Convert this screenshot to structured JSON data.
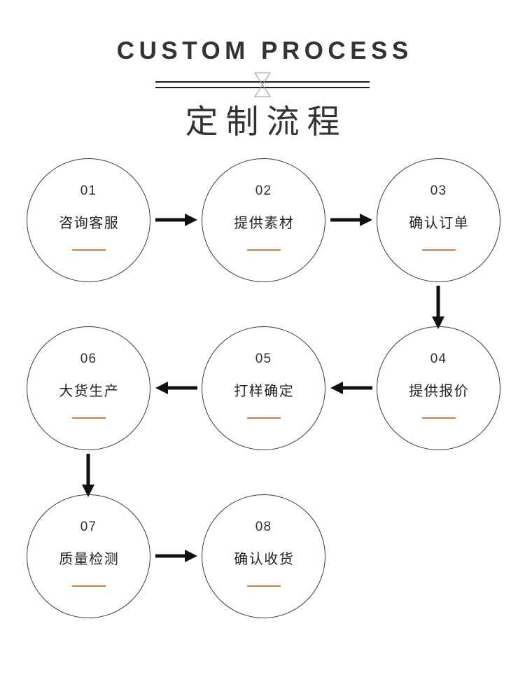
{
  "header": {
    "title_en": "CUSTOM PROCESS",
    "title_cn": "定制流程",
    "divider_icon": "bowtie-ornament"
  },
  "theme": {
    "background": "#ffffff",
    "text": "#333333",
    "circle_stroke": "#3a3a3a",
    "accent": "#c8803c",
    "arrow": "#111111",
    "ornament_stroke": "#9a9a9a"
  },
  "flow": {
    "steps": [
      {
        "num": "01",
        "label": "咨询客服"
      },
      {
        "num": "02",
        "label": "提供素材"
      },
      {
        "num": "03",
        "label": "确认订单"
      },
      {
        "num": "04",
        "label": "提供报价"
      },
      {
        "num": "05",
        "label": "打样确定"
      },
      {
        "num": "06",
        "label": "大货生产"
      },
      {
        "num": "07",
        "label": "质量检测"
      },
      {
        "num": "08",
        "label": "确认收货"
      }
    ],
    "connectors": [
      {
        "from": "01",
        "to": "02",
        "direction": "right"
      },
      {
        "from": "02",
        "to": "03",
        "direction": "right"
      },
      {
        "from": "03",
        "to": "04",
        "direction": "down"
      },
      {
        "from": "05",
        "to": "04",
        "direction": "left"
      },
      {
        "from": "06",
        "to": "05",
        "direction": "left"
      },
      {
        "from": "06",
        "to": "07",
        "direction": "down"
      },
      {
        "from": "07",
        "to": "08",
        "direction": "right"
      }
    ]
  }
}
